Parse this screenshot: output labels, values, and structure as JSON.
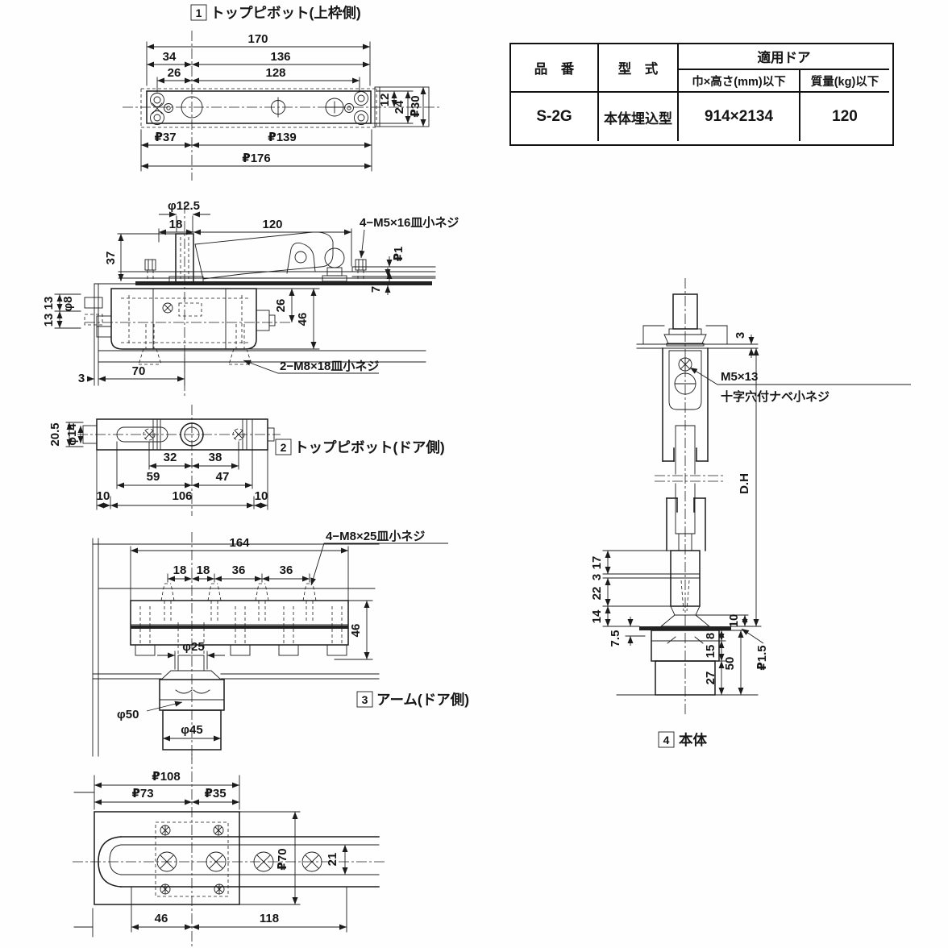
{
  "table": {
    "headers": {
      "part_no": "品　番",
      "model": "型　式",
      "door": "適用ドア",
      "door_size": "巾×高さ(mm)以下",
      "door_mass": "質量(kg)以下"
    },
    "row": {
      "part_no": "S-2G",
      "model": "本体埋込型",
      "door_size": "914×2134",
      "door_mass": "120"
    }
  },
  "d1": {
    "num": "1",
    "title": "トップピボット(上枠側)",
    "d170": "170",
    "d34": "34",
    "d136": "136",
    "d26": "26",
    "d128": "128",
    "d12": "12",
    "d24": "24",
    "dpl30": "₽30",
    "dpl37": "₽37",
    "dpl139": "₽139",
    "dpl176": "₽176"
  },
  "d2": {
    "dphi125": "φ12.5",
    "d18": "18",
    "d120": "120",
    "d37": "37",
    "note_m5": "4−M5×16皿小ネジ",
    "dpl1": "₽1",
    "d7": "7",
    "d13a": "13",
    "d13b": "13",
    "dphi8": "φ8",
    "d26": "26",
    "d46": "46",
    "d3": "3",
    "d70": "70",
    "note_m8": "2−M8×18皿小ネジ"
  },
  "d3": {
    "num": "2",
    "title": "トップピボット(ドア側)",
    "d205": "20.5",
    "dphi14": "φ14",
    "d32": "32",
    "d38": "38",
    "d59": "59",
    "d47": "47",
    "d10l": "10",
    "d106": "106",
    "d10r": "10"
  },
  "d4": {
    "num": "3",
    "title": "アーム(ドア側)",
    "note_m8": "4−M8×25皿小ネジ",
    "d164": "164",
    "d18a": "18",
    "d18b": "18",
    "d36a": "36",
    "d36b": "36",
    "d46": "46",
    "dphi25": "φ25",
    "dphi50": "φ50",
    "dphi45": "φ45"
  },
  "d5": {
    "dpl108": "₽108",
    "dpl73": "₽73",
    "dpl35": "₽35",
    "dpl70": "₽70",
    "d21": "21",
    "d46": "46",
    "d118": "118"
  },
  "d6": {
    "num": "4",
    "title": "本体",
    "d3top": "3",
    "note_m5_1": "M5×13",
    "note_m5_2": "十字穴付ナベ小ネジ",
    "ddh": "D.H",
    "d17": "17",
    "d3": "3",
    "d22": "22",
    "d14": "14",
    "d75": "7.5",
    "d10": "10",
    "d8": "8",
    "d15": "15",
    "d27": "27",
    "d50": "50",
    "dpl15": "₽1.5"
  }
}
